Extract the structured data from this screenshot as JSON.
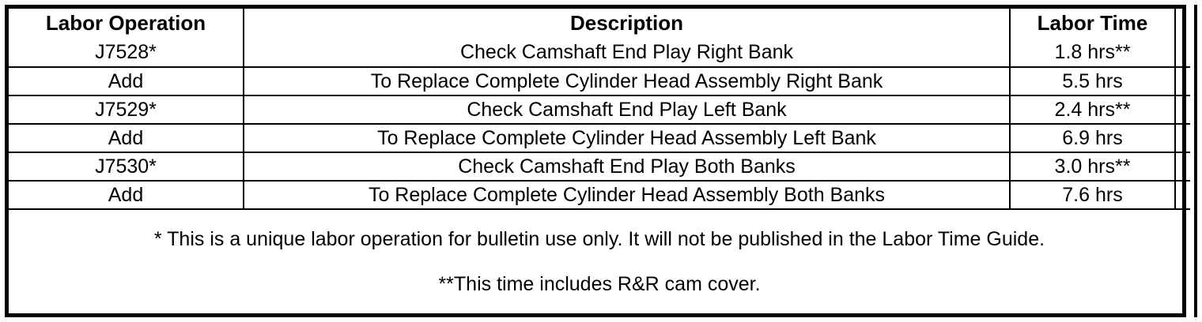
{
  "table": {
    "columns": [
      {
        "key": "operation",
        "label": "Labor Operation"
      },
      {
        "key": "description",
        "label": "Description"
      },
      {
        "key": "time",
        "label": "Labor Time"
      },
      {
        "key": "spacer",
        "label": ""
      }
    ],
    "rows": [
      {
        "operation": "J7528*",
        "description": "Check Camshaft End Play Right Bank",
        "time": "1.8 hrs**",
        "spacer": ""
      },
      {
        "operation": "Add",
        "description": "To Replace Complete Cylinder Head Assembly Right Bank",
        "time": "5.5 hrs",
        "spacer": ""
      },
      {
        "operation": "J7529*",
        "description": "Check Camshaft End Play Left Bank",
        "time": "2.4 hrs**",
        "spacer": ""
      },
      {
        "operation": "Add",
        "description": "To Replace Complete Cylinder Head Assembly Left Bank",
        "time": "6.9 hrs",
        "spacer": ""
      },
      {
        "operation": "J7530*",
        "description": "Check Camshaft End Play Both Banks",
        "time": "3.0 hrs**",
        "spacer": ""
      },
      {
        "operation": "Add",
        "description": "To Replace Complete Cylinder Head Assembly Both Banks",
        "time": "7.6 hrs",
        "spacer": ""
      }
    ],
    "footnotes": {
      "single_asterisk": "* This is a unique labor operation for bulletin use only. It will not be published in the Labor Time Guide.",
      "double_asterisk": "**This time includes R&R cam cover."
    }
  },
  "colors": {
    "border": "#000000",
    "text": "#000000",
    "background": "#ffffff"
  }
}
